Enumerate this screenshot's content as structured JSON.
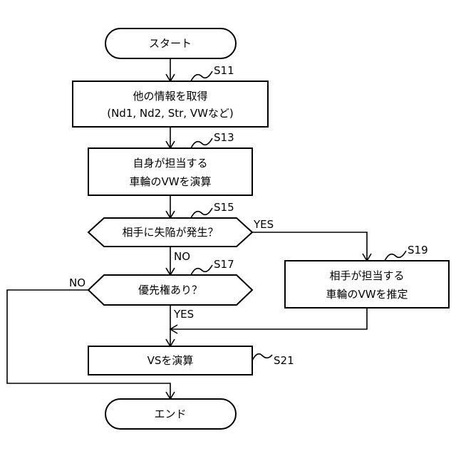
{
  "nodes": {
    "start": {
      "label": "スタート"
    },
    "s11": {
      "step_id": "S11",
      "lines": [
        "他の情報を取得",
        "(Nd1, Nd2, Str, VWなど)"
      ]
    },
    "s13": {
      "step_id": "S13",
      "lines": [
        "自身が担当する",
        "車輪のVWを演算"
      ]
    },
    "s15": {
      "step_id": "S15",
      "label": "相手に失陥が発生？"
    },
    "s17": {
      "step_id": "S17",
      "label": "優先権あり？"
    },
    "s19": {
      "step_id": "S19",
      "lines": [
        "相手が担当する",
        "車輪のVWを推定"
      ]
    },
    "s21": {
      "step_id": "S21",
      "label": "VSを演算"
    },
    "end": {
      "label": "エンド"
    }
  },
  "edges": {
    "s15_yes": "YES",
    "s15_no": "NO",
    "s17_yes": "YES",
    "s17_no": "NO"
  }
}
